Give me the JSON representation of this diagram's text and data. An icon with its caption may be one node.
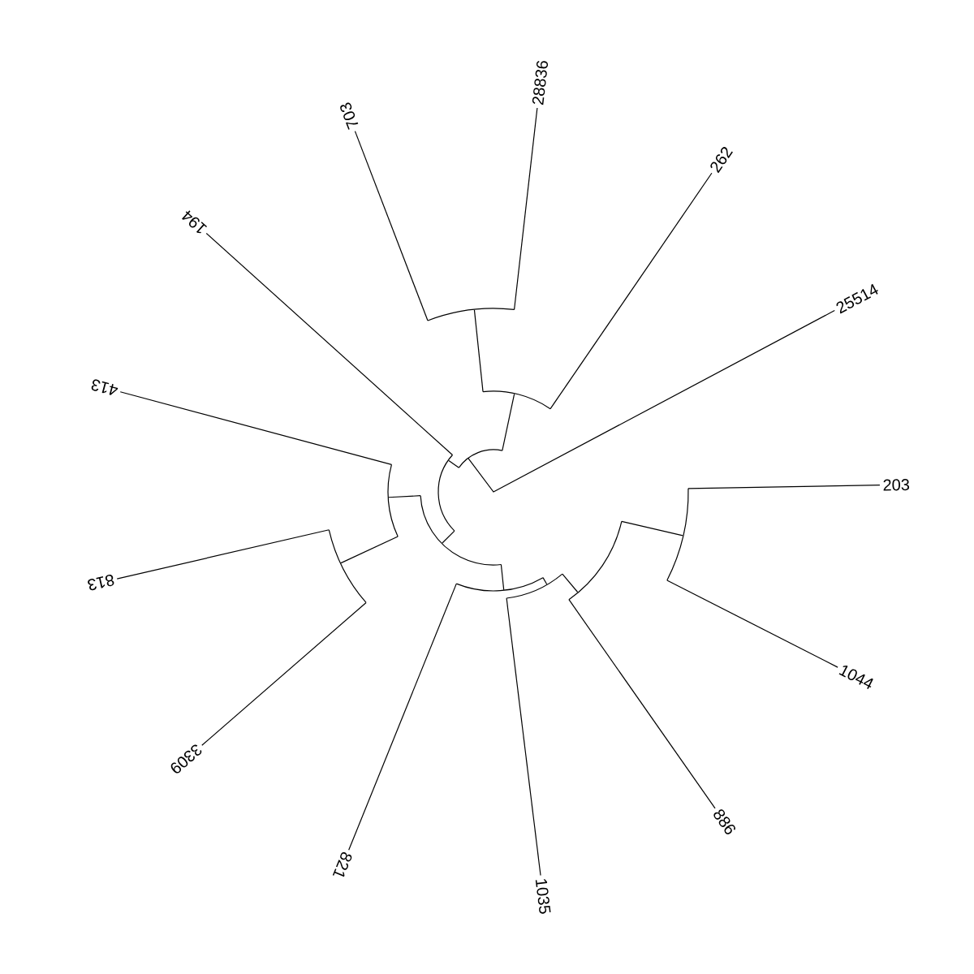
{
  "diagram": {
    "nodes": [
      {
        "text": [],
        "shape": "bar"
      },
      {
        "text": [],
        "shape": "bar"
      },
      {
        "text": [],
        "shape": "bar"
      },
      {
        "text": [],
        "shape": "bar"
      },
      {
        "text": [],
        "shape": "bar"
      },
      {
        "text": [],
        "shape": "bar"
      },
      {
        "text": [],
        "shape": "bar"
      },
      {
        "text": [],
        "shape": "bar"
      },
      {
        "text": [],
        "shape": "bar"
      },
      {
        "text": [],
        "shape": "bar"
      },
      {
        "text": [],
        "shape": "bar"
      },
      {
        "text": [
          "28836"
        ]
      },
      {
        "text": [
          "703"
        ]
      },
      {
        "text": [
          "262"
        ]
      },
      {
        "text": [
          "25514"
        ]
      },
      {
        "text": [
          "194"
        ]
      },
      {
        "text": [
          "413"
        ]
      },
      {
        "text": [
          "813"
        ]
      },
      {
        "text": [
          "3309"
        ]
      },
      {
        "text": [
          "821"
        ]
      },
      {
        "text": [
          "1035"
        ]
      },
      {
        "text": [
          "886"
        ]
      },
      {
        "text": [
          "1044"
        ]
      },
      {
        "text": [
          "203"
        ]
      }
    ],
    "edges": [
      {
        "from": 0,
        "to": 14,
        "arrow": "none"
      },
      {
        "from": 0,
        "to": 1,
        "arrow": "none"
      },
      {
        "from": 0,
        "to": 3,
        "arrow": "none"
      },
      {
        "from": 1,
        "to": 2,
        "arrow": "none"
      },
      {
        "from": 1,
        "to": 13,
        "arrow": "none"
      },
      {
        "from": 2,
        "to": 12,
        "arrow": "none"
      },
      {
        "from": 2,
        "to": 11,
        "arrow": "none"
      },
      {
        "from": 3,
        "to": 15,
        "arrow": "none"
      },
      {
        "from": 3,
        "to": 4,
        "arrow": "none"
      },
      {
        "from": 4,
        "to": 5,
        "arrow": "none"
      },
      {
        "from": 4,
        "to": 7,
        "arrow": "none"
      },
      {
        "from": 5,
        "to": 16,
        "arrow": "none"
      },
      {
        "from": 5,
        "to": 6,
        "arrow": "none"
      },
      {
        "from": 6,
        "to": 17,
        "arrow": "none"
      },
      {
        "from": 6,
        "to": 18,
        "arrow": "none"
      },
      {
        "from": 7,
        "to": 19,
        "arrow": "none"
      },
      {
        "from": 7,
        "to": 8,
        "arrow": "none"
      },
      {
        "from": 8,
        "to": 20,
        "arrow": "none"
      },
      {
        "from": 8,
        "to": 9,
        "arrow": "none"
      },
      {
        "from": 9,
        "to": 21,
        "arrow": "none"
      },
      {
        "from": 9,
        "to": 10,
        "arrow": "none"
      },
      {
        "from": 10,
        "to": 22,
        "arrow": "none"
      },
      {
        "from": 10,
        "to": 23,
        "arrow": "none"
      }
    ]
  }
}
